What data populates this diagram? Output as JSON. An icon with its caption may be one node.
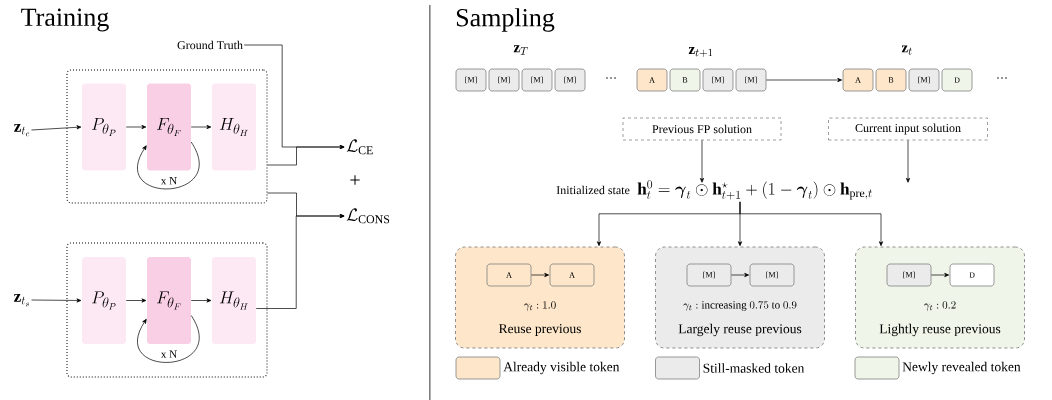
{
  "diagram": {
    "nodes": [
      {
        "text": [],
        "shape": "box"
      },
      {
        "text": [
          "P_{\\theta_P}"
        ],
        "in": 0
      },
      {
        "text": [
          "F_{\\theta_F}"
        ],
        "in": 0
      },
      {
        "text": [
          "H_{\\theta_H}"
        ],
        "in": 0
      },
      {
        "text": [],
        "shape": "box"
      },
      {
        "text": [
          "P_{\\theta_P}"
        ],
        "in": 4
      },
      {
        "text": [
          "F_{\\theta_F}"
        ],
        "in": 4
      },
      {
        "text": [
          "H_{\\theta_H}"
        ],
        "in": 4
      },
      {
        "text": [
          "\\mathbf{z}_{t_c}"
        ]
      },
      {
        "text": [
          "\\mathbf{z}_{t_s}"
        ]
      },
      {
        "text": [
          "Ground Truth"
        ]
      },
      {
        "text": [
          "\\mathcal{L}_{\\mathrm{CE}}"
        ]
      },
      {
        "text": [
          "\\mathcal{L}_{\\mathrm{CONS}}"
        ]
      },
      {
        "text": [
          "[M]"
        ]
      },
      {
        "text": [
          "[M]"
        ]
      },
      {
        "text": [
          "[M]"
        ]
      },
      {
        "text": [
          "[M]"
        ]
      },
      {
        "text": [
          "A"
        ]
      },
      {
        "text": [
          "B"
        ]
      },
      {
        "text": [
          "[M]"
        ]
      },
      {
        "text": [
          "[M]"
        ]
      },
      {
        "text": [
          "A"
        ]
      },
      {
        "text": [
          "B"
        ]
      },
      {
        "text": [
          "[M]"
        ]
      },
      {
        "text": [
          "D"
        ]
      },
      {
        "text": [
          "Previous FP solution"
        ]
      },
      {
        "text": [
          "Current input solution"
        ]
      },
      {
        "text": [
          "\\mathbf{h}_t^0 = \\boldsymbol{\\gamma}_t \\odot \\mathbf{h}_{t+1}^{\\star} + (1-\\boldsymbol{\\gamma}_t) \\odot \\mathbf{h}_{\\mathrm{pre},t}"
        ],
        "beside": [
          "Initialized state"
        ]
      },
      {
        "text": [
          "\\gamma_t : 1.0",
          "Reuse previous"
        ]
      },
      {
        "text": [
          "A"
        ],
        "in": 28
      },
      {
        "text": [
          "A"
        ],
        "in": 28
      },
      {
        "text": [
          "\\gamma_t : \\text{increasing } 0.75 \\text{ to } 0.9",
          "Largely reuse previous"
        ]
      },
      {
        "text": [
          "[M]"
        ],
        "in": 31
      },
      {
        "text": [
          "[M]"
        ],
        "in": 31
      },
      {
        "text": [
          "\\gamma_t : 0.2",
          "Lightly reuse previous"
        ]
      },
      {
        "text": [
          "[M]"
        ],
        "in": 34
      },
      {
        "text": [
          "D"
        ],
        "in": 34
      }
    ],
    "edges": [
      {
        "from": 8,
        "to": 1,
        "arrow": "to"
      },
      {
        "from": 1,
        "to": 2,
        "arrow": "to"
      },
      {
        "from": 2,
        "to": 3,
        "arrow": "to"
      },
      {
        "from": 2,
        "to": 2,
        "arrow": "to",
        "label": "x N"
      },
      {
        "from": 10,
        "to": 11,
        "arrow": "to"
      },
      {
        "from": 0,
        "to": 11,
        "arrow": "to"
      },
      {
        "from": 0,
        "to": 12,
        "arrow": "to"
      },
      {
        "from": 7,
        "to": 12,
        "arrow": "to"
      },
      {
        "from": 9,
        "to": 5,
        "arrow": "to"
      },
      {
        "from": 5,
        "to": 6,
        "arrow": "to"
      },
      {
        "from": 6,
        "to": 7,
        "arrow": "to"
      },
      {
        "from": 6,
        "to": 6,
        "arrow": "to",
        "label": "x N"
      },
      {
        "from": 20,
        "to": 21,
        "arrow": "to"
      },
      {
        "from": 25,
        "to": 27,
        "arrow": "to"
      },
      {
        "from": 26,
        "to": 27,
        "arrow": "to"
      },
      {
        "from": 27,
        "to": 28,
        "arrow": "to"
      },
      {
        "from": 27,
        "to": 31,
        "arrow": "to"
      },
      {
        "from": 27,
        "to": 34,
        "arrow": "to"
      },
      {
        "from": 29,
        "to": 30,
        "arrow": "to"
      },
      {
        "from": 32,
        "to": 33,
        "arrow": "to"
      },
      {
        "from": 35,
        "to": 36,
        "arrow": "to"
      }
    ],
    "labels": [
      "Training",
      "Sampling",
      "+",
      "\\mathbf{z}_T",
      "\\mathbf{z}_{t+1}",
      "\\mathbf{z}_t",
      "…",
      "…"
    ],
    "legend": [
      {
        "text": "Already visible token",
        "color": "#fde6c9"
      },
      {
        "text": "Still-masked token",
        "color": "#ebebeb"
      },
      {
        "text": "Newly revealed token",
        "color": "#eff5e8"
      }
    ]
  }
}
